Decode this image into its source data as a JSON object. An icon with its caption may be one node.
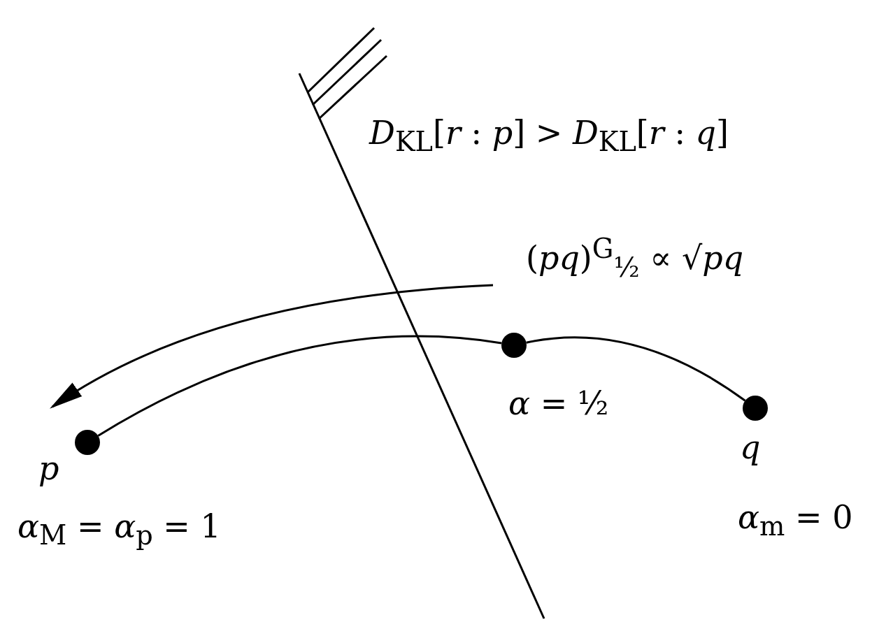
{
  "diagram": {
    "nodes": [
      {
        "text": [],
        "shape": "circle",
        "beside": [
          "p",
          "*α*$_{M}$ = *α*$_{p}$ = 1"
        ]
      },
      {
        "text": [],
        "shape": "circle",
        "beside": [
          "*α* = ½"
        ]
      },
      {
        "text": [],
        "shape": "circle",
        "beside": [
          "q",
          "*α*$_{m}$ = 0"
        ]
      }
    ],
    "edges": [
      {
        "from": 1,
        "to": 0,
        "arrow": "none"
      },
      {
        "from": 2,
        "to": 1,
        "arrow": "none"
      }
    ],
    "labels": [
      "*D*$_{KL}$[*r* : *p*] > *D*$_{KL}$[*r* : *q*]",
      "(*pq*)$^{G}$$_{½}$ ∝ √*pq*"
    ]
  }
}
